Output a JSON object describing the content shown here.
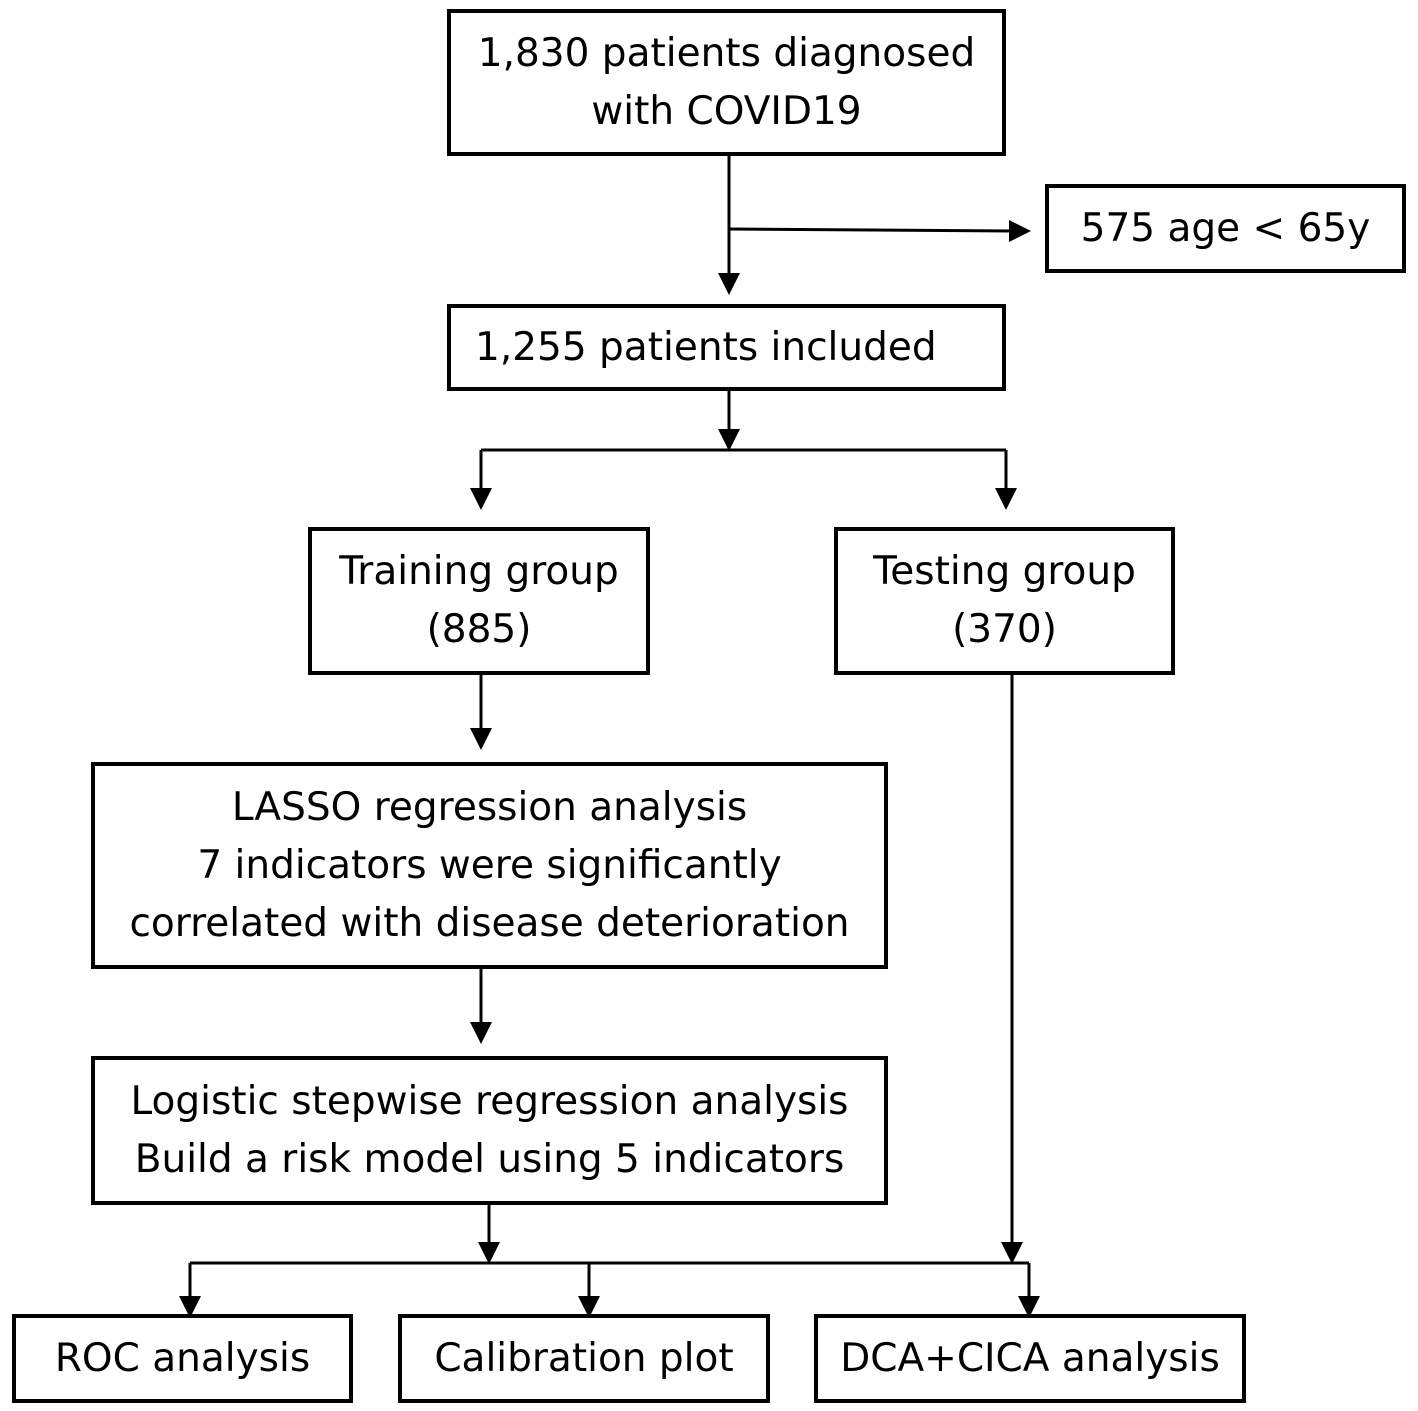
{
  "boxes": {
    "diagnosed": {
      "lines": [
        "1,830 patients diagnosed",
        "with COVID19"
      ]
    },
    "excluded": {
      "lines": [
        "575 age < 65y"
      ]
    },
    "included": {
      "lines": [
        "1,255 patients included"
      ]
    },
    "training": {
      "lines": [
        "Training group",
        "(885)"
      ]
    },
    "testing": {
      "lines": [
        "Testing group",
        "(370)"
      ]
    },
    "lasso": {
      "lines": [
        "LASSO regression analysis",
        "7 indicators were significantly",
        "correlated with disease deterioration"
      ]
    },
    "logistic": {
      "lines": [
        "Logistic stepwise regression analysis",
        "Build a risk model using 5 indicators"
      ]
    },
    "roc": {
      "lines": [
        "ROC analysis"
      ]
    },
    "calibration": {
      "lines": [
        "Calibration plot"
      ]
    },
    "dca": {
      "lines": [
        "DCA+CICA analysis"
      ]
    }
  },
  "colors": {
    "stroke": "#000000",
    "background": "#ffffff",
    "text": "#000000"
  }
}
